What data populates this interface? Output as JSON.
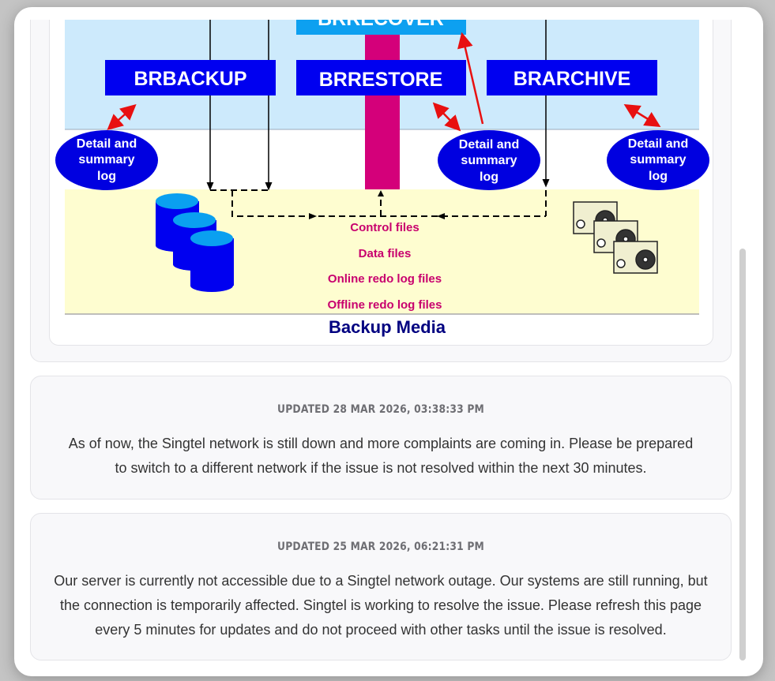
{
  "diagram": {
    "tools": {
      "recover": "BRRECOVER",
      "backup": "BRBACKUP",
      "restore": "BRRESTORE",
      "archive": "BRARCHIVE"
    },
    "log_bubble": [
      "Detail and",
      "summary",
      "log"
    ],
    "file_types": [
      "Control files",
      "Data files",
      "Online redo log files",
      "Offline redo log files"
    ],
    "caption": "Backup Media",
    "icons": [
      "database-cylinders-icon",
      "tape-drives-icon"
    ],
    "colors": {
      "top_panel": "#cdeafc",
      "bottom_panel": "#fefdd0",
      "tool_box": "#0000f0",
      "recover_box": "#0da0f0",
      "magenta_bar": "#d4007a",
      "file_text": "#c8006e",
      "caption": "#000080",
      "arrow_red": "#e81010"
    }
  },
  "updates": [
    {
      "timestamp": "UPDATED 28 MAR 2026, 03:38:33 PM",
      "body": "As of now, the Singtel network is still down and more complaints are coming in. Please be prepared to switch to a different network if the issue is not resolved within the next 30 minutes."
    },
    {
      "timestamp": "UPDATED 25 MAR 2026, 06:21:31 PM",
      "body": "Our server is currently not accessible due to a Singtel network outage. Our systems are still running, but the connection is temporarily affected. Singtel is working to resolve the issue. Please refresh this page every 5 minutes for updates and do not proceed with other tasks until the issue is resolved."
    }
  ]
}
